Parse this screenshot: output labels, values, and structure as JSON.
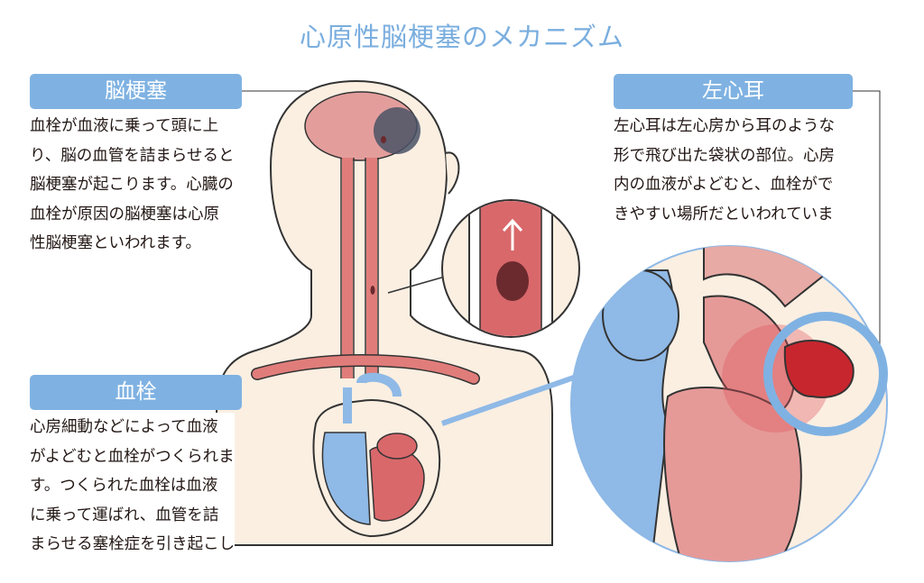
{
  "title": "心原性脳梗塞のメカニズム",
  "sections": [
    {
      "label": "脳梗塞",
      "lines": [
        "血栓が血液に乗って頭に上",
        "り、脳の血管を詰まらせると",
        "脳梗塞が起こります。心臓の",
        "血栓が原因の脳梗塞は心原",
        "性脳梗塞といわれます。"
      ]
    },
    {
      "label": "血栓",
      "lines": [
        "心房細動などによって血液",
        "がよどむと血栓がつくられま",
        "す。つくられた血栓は血液",
        "に乗って運ばれ、血管を詰",
        "まらせる塞栓症を引き起こし"
      ]
    },
    {
      "label": "左心耳",
      "lines": [
        "左心耳は左心房から耳のような",
        "形で飛び出た袋状の部位。心房",
        "内の血液がよどむと、血栓がで",
        "きやすい場所だといわれていま"
      ]
    }
  ],
  "colors": {
    "accent": "#7fb2e2",
    "blood": "#d9686b",
    "clot": "#6b2a2e",
    "skin": "#fbefe2",
    "vein": "#8fb9e6"
  }
}
